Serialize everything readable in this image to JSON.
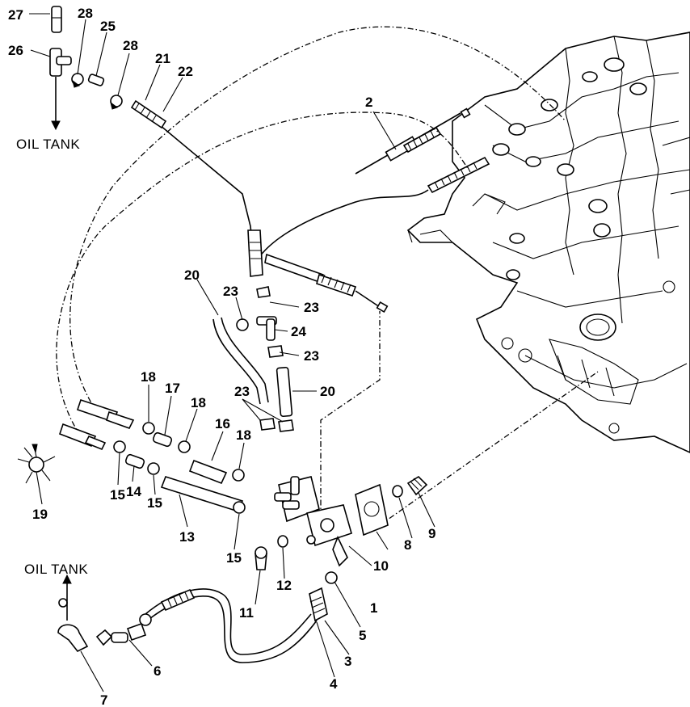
{
  "callouts": {
    "c1": "1",
    "c2": "2",
    "c3": "3",
    "c4": "4",
    "c5": "5",
    "c6": "6",
    "c7": "7",
    "c8": "8",
    "c9": "9",
    "c10": "10",
    "c11": "11",
    "c12": "12",
    "c13": "13",
    "c14": "14",
    "c15": "15",
    "c16": "16",
    "c17": "17",
    "c18": "18",
    "c19": "19",
    "c20": "20",
    "c21": "21",
    "c22": "22",
    "c23": "23",
    "c24": "24",
    "c25": "25",
    "c26": "26",
    "c27": "27",
    "c28": "28"
  },
  "labels": {
    "oil_tank_top": "OIL TANK",
    "oil_tank_bottom": "OIL TANK"
  }
}
